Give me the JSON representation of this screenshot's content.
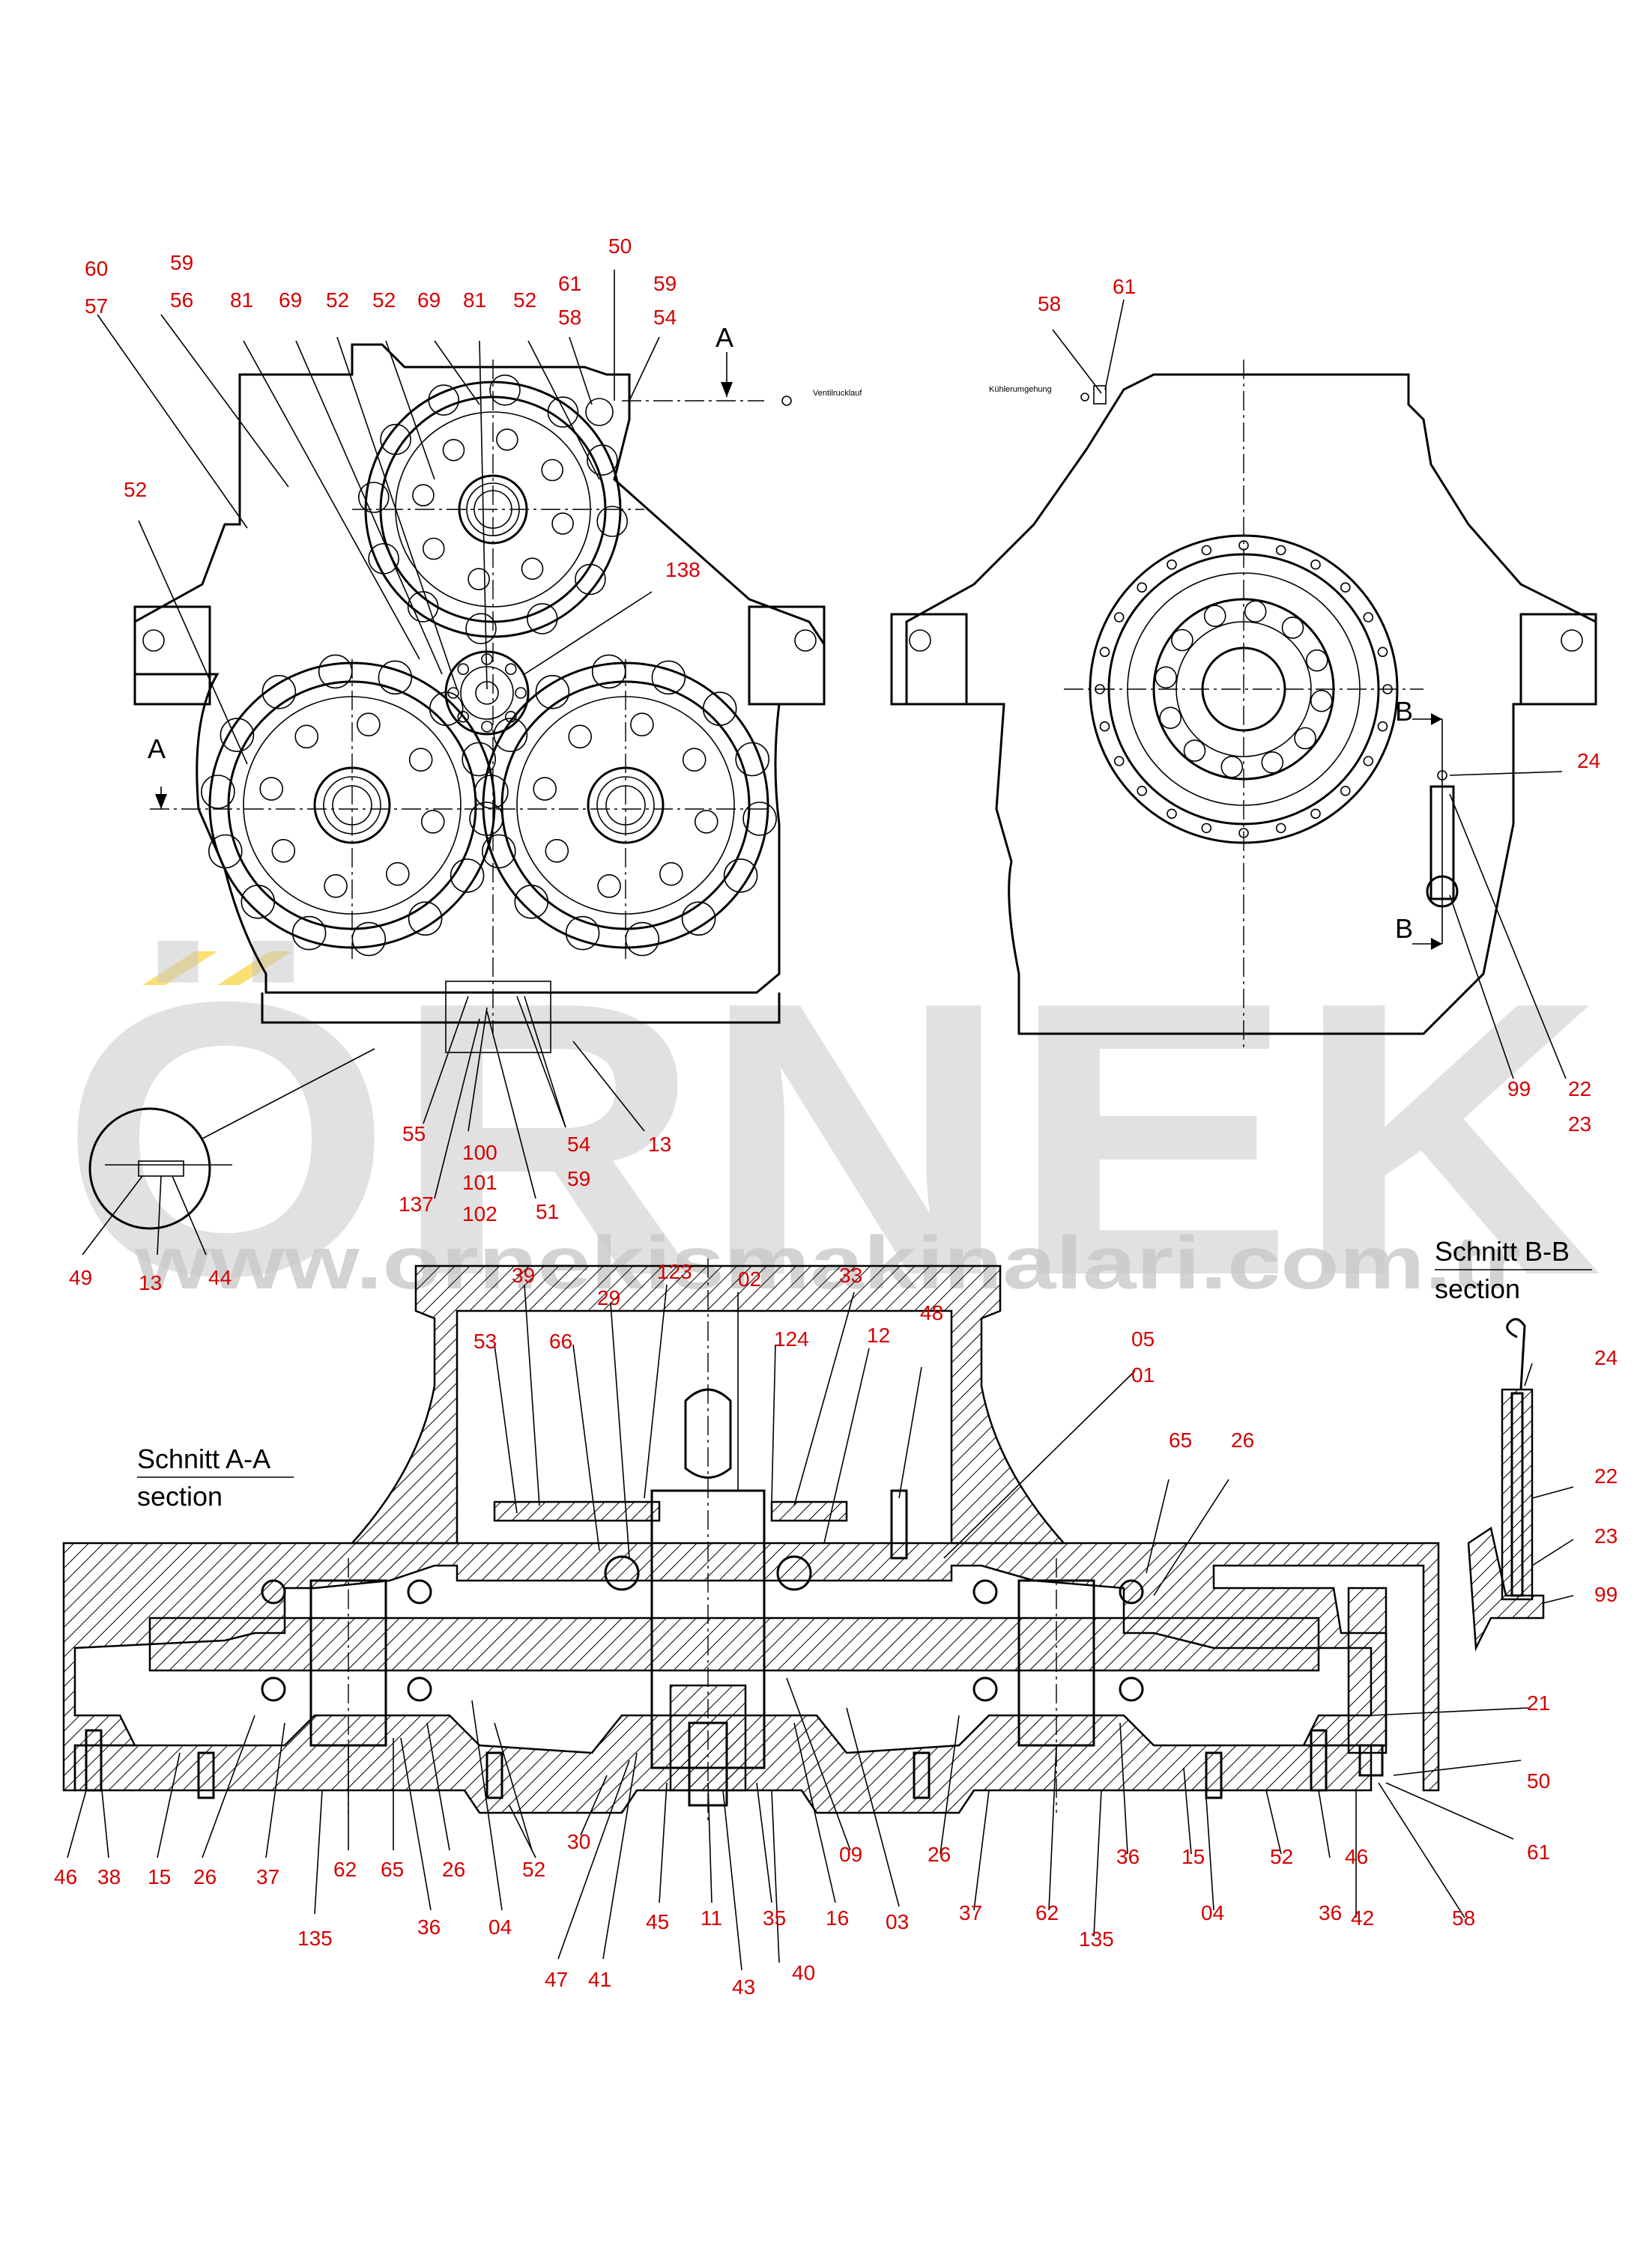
{
  "watermark": {
    "brand": "ÖRNEK",
    "url": "www.ornekismakinalari.com.tr",
    "accent_color": "#f5c400"
  },
  "labels": {
    "section_aa_title": "Schnitt A-A",
    "section_aa_sub": "section",
    "section_bb_title": "Schnitt B-B",
    "section_bb_sub": "section",
    "cut_a_top": "A",
    "cut_a_left": "A",
    "cut_b_top": "B",
    "cut_b_bottom": "B",
    "port_ventil": "Ventilrucklauf",
    "port_kuehler": "Kühlerumgehung"
  },
  "part_numbers": [
    {
      "id": "p60",
      "text": "60"
    },
    {
      "id": "p57",
      "text": "57"
    },
    {
      "id": "p59a",
      "text": "59"
    },
    {
      "id": "p56",
      "text": "56"
    },
    {
      "id": "p81a",
      "text": "81"
    },
    {
      "id": "p69a",
      "text": "69"
    },
    {
      "id": "p52a",
      "text": "52"
    },
    {
      "id": "p52b",
      "text": "52"
    },
    {
      "id": "p69b",
      "text": "69"
    },
    {
      "id": "p81b",
      "text": "81"
    },
    {
      "id": "p52c",
      "text": "52"
    },
    {
      "id": "p61a",
      "text": "61"
    },
    {
      "id": "p58a",
      "text": "58"
    },
    {
      "id": "p50a",
      "text": "50"
    },
    {
      "id": "p59b",
      "text": "59"
    },
    {
      "id": "p54a",
      "text": "54"
    },
    {
      "id": "p52d",
      "text": "52"
    },
    {
      "id": "p138",
      "text": "138"
    },
    {
      "id": "p58b",
      "text": "58"
    },
    {
      "id": "p61b",
      "text": "61"
    },
    {
      "id": "p24a",
      "text": "24"
    },
    {
      "id": "p99a",
      "text": "99"
    },
    {
      "id": "p22a",
      "text": "22"
    },
    {
      "id": "p23a",
      "text": "23"
    },
    {
      "id": "p55",
      "text": "55"
    },
    {
      "id": "p100",
      "text": "100"
    },
    {
      "id": "p101",
      "text": "101"
    },
    {
      "id": "p102",
      "text": "102"
    },
    {
      "id": "p137",
      "text": "137"
    },
    {
      "id": "p51",
      "text": "51"
    },
    {
      "id": "p54b",
      "text": "54"
    },
    {
      "id": "p59c",
      "text": "59"
    },
    {
      "id": "p13a",
      "text": "13"
    },
    {
      "id": "p49",
      "text": "49"
    },
    {
      "id": "p13b",
      "text": "13"
    },
    {
      "id": "p44",
      "text": "44"
    },
    {
      "id": "p39",
      "text": "39"
    },
    {
      "id": "p123",
      "text": "123"
    },
    {
      "id": "p02",
      "text": "02"
    },
    {
      "id": "p33",
      "text": "33"
    },
    {
      "id": "p29",
      "text": "29"
    },
    {
      "id": "p53",
      "text": "53"
    },
    {
      "id": "p66",
      "text": "66"
    },
    {
      "id": "p124",
      "text": "124"
    },
    {
      "id": "p12",
      "text": "12"
    },
    {
      "id": "p48",
      "text": "48"
    },
    {
      "id": "p05",
      "text": "05"
    },
    {
      "id": "p01",
      "text": "01"
    },
    {
      "id": "p65a",
      "text": "65"
    },
    {
      "id": "p26a",
      "text": "26"
    },
    {
      "id": "p24b",
      "text": "24"
    },
    {
      "id": "p22b",
      "text": "22"
    },
    {
      "id": "p23b",
      "text": "23"
    },
    {
      "id": "p99b",
      "text": "99"
    },
    {
      "id": "p21",
      "text": "21"
    },
    {
      "id": "p50b",
      "text": "50"
    },
    {
      "id": "p61c",
      "text": "61"
    },
    {
      "id": "p46a",
      "text": "46"
    },
    {
      "id": "p38",
      "text": "38"
    },
    {
      "id": "p15a",
      "text": "15"
    },
    {
      "id": "p26b",
      "text": "26"
    },
    {
      "id": "p37a",
      "text": "37"
    },
    {
      "id": "p62a",
      "text": "62"
    },
    {
      "id": "p65b",
      "text": "65"
    },
    {
      "id": "p26c",
      "text": "26"
    },
    {
      "id": "p52e",
      "text": "52"
    },
    {
      "id": "p135a",
      "text": "135"
    },
    {
      "id": "p36a",
      "text": "36"
    },
    {
      "id": "p04a",
      "text": "04"
    },
    {
      "id": "p30",
      "text": "30"
    },
    {
      "id": "p45",
      "text": "45"
    },
    {
      "id": "p11",
      "text": "11"
    },
    {
      "id": "p35",
      "text": "35"
    },
    {
      "id": "p16",
      "text": "16"
    },
    {
      "id": "p03",
      "text": "03"
    },
    {
      "id": "p09",
      "text": "09"
    },
    {
      "id": "p47",
      "text": "47"
    },
    {
      "id": "p41",
      "text": "41"
    },
    {
      "id": "p43",
      "text": "43"
    },
    {
      "id": "p40",
      "text": "40"
    },
    {
      "id": "p26d",
      "text": "26"
    },
    {
      "id": "p37b",
      "text": "37"
    },
    {
      "id": "p62b",
      "text": "62"
    },
    {
      "id": "p135b",
      "text": "135"
    },
    {
      "id": "p36b",
      "text": "36"
    },
    {
      "id": "p15b",
      "text": "15"
    },
    {
      "id": "p52f",
      "text": "52"
    },
    {
      "id": "p04b",
      "text": "04"
    },
    {
      "id": "p36c",
      "text": "36"
    },
    {
      "id": "p46b",
      "text": "46"
    },
    {
      "id": "p42",
      "text": "42"
    },
    {
      "id": "p58c",
      "text": "58"
    }
  ]
}
